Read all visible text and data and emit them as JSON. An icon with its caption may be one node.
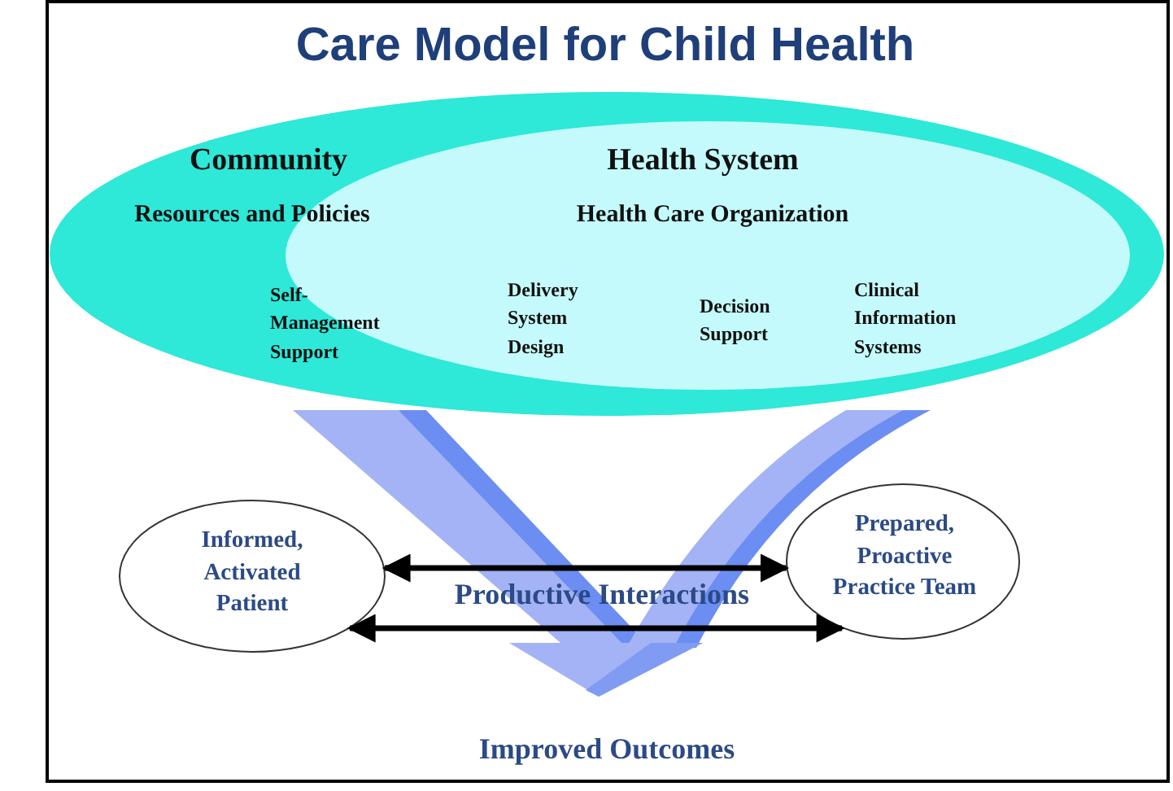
{
  "diagram": {
    "title": "Care Model for Child Health",
    "nodes": [
      {
        "text": [
          "Community",
          "Resources and Policies"
        ]
      },
      {
        "text": [
          "Health System",
          "Health Care Organization"
        ],
        "in": 0
      },
      {
        "text": [
          "Informed, Activated Patient"
        ]
      },
      {
        "text": [
          "Prepared, Proactive Practice Team"
        ]
      }
    ],
    "edges": [
      {
        "from": 2,
        "to": 3,
        "arrow": "both"
      },
      {
        "from": 2,
        "to": 3,
        "arrow": "both"
      }
    ],
    "labels": [
      "Self- Management Support",
      "Delivery System Design",
      "Decision Support",
      "Clinical Information Systems",
      "Productive Interactions",
      "Improved Outcomes"
    ]
  }
}
